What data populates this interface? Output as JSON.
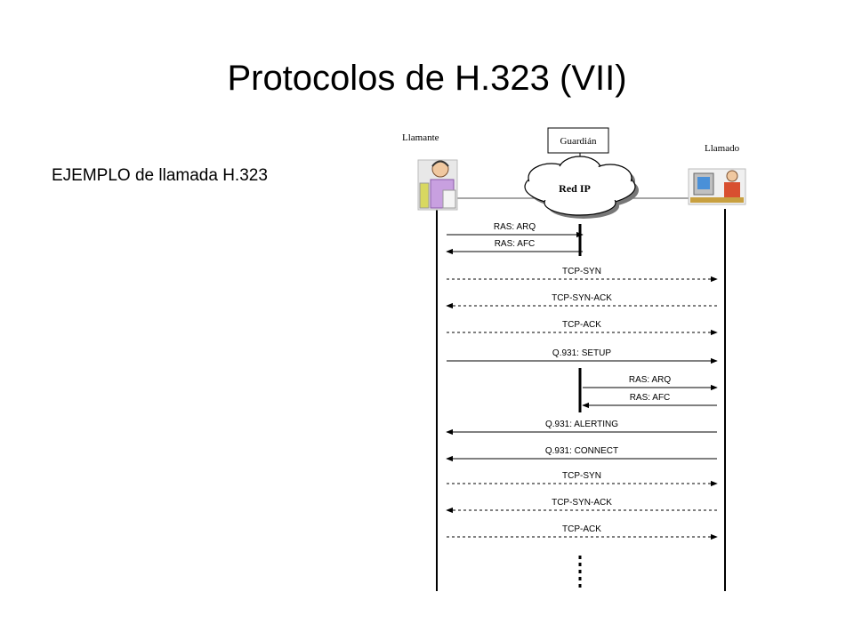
{
  "slide": {
    "title": "Protocolos de H.323 (VII)",
    "subtitle": "EJEMPLO de llamada H.323"
  },
  "diagram": {
    "caller_label": "Llamante",
    "callee_label": "Llamado",
    "gatekeeper_label": "Guardián",
    "network_label": "Red IP",
    "messages": [
      {
        "label": "RAS: ARQ",
        "from": "caller",
        "to": "gatekeeper",
        "style": "solid"
      },
      {
        "label": "RAS: AFC",
        "from": "gatekeeper",
        "to": "caller",
        "style": "solid"
      },
      {
        "label": "TCP-SYN",
        "from": "caller",
        "to": "callee",
        "style": "dashed"
      },
      {
        "label": "TCP-SYN-ACK",
        "from": "callee",
        "to": "caller",
        "style": "dashed"
      },
      {
        "label": "TCP-ACK",
        "from": "caller",
        "to": "callee",
        "style": "dashed"
      },
      {
        "label": "Q.931: SETUP",
        "from": "caller",
        "to": "callee",
        "style": "solid"
      },
      {
        "label": "RAS: ARQ",
        "from": "gatekeeper",
        "to": "callee",
        "style": "solid"
      },
      {
        "label": "RAS: AFC",
        "from": "callee",
        "to": "gatekeeper",
        "style": "solid"
      },
      {
        "label": "Q.931: ALERTING",
        "from": "callee",
        "to": "caller",
        "style": "solid"
      },
      {
        "label": "Q.931: CONNECT",
        "from": "callee",
        "to": "caller",
        "style": "solid"
      },
      {
        "label": "TCP-SYN",
        "from": "caller",
        "to": "callee",
        "style": "dashed"
      },
      {
        "label": "TCP-SYN-ACK",
        "from": "callee",
        "to": "caller",
        "style": "dashed"
      },
      {
        "label": "TCP-ACK",
        "from": "caller",
        "to": "callee",
        "style": "dashed"
      }
    ]
  }
}
